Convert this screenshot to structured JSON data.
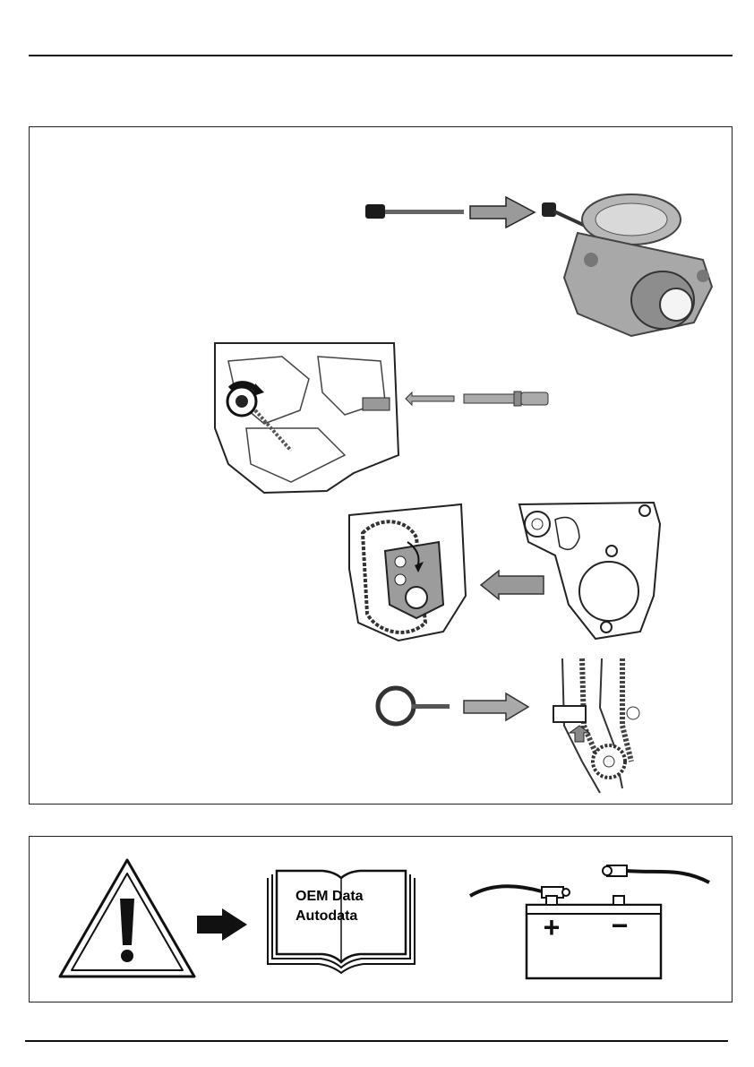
{
  "header": {},
  "tools_panel": {
    "figures": [
      {
        "id": "tensioner-pin",
        "icon": "locking-pin-and-tensioner-icon"
      },
      {
        "id": "crank-pin",
        "icon": "crankshaft-locking-pin-icon"
      },
      {
        "id": "cam-plate",
        "icon": "camshaft-locking-plate-icon"
      },
      {
        "id": "chain-tensioner-pin",
        "icon": "chain-tensioner-retaining-pin-icon"
      }
    ]
  },
  "warning_panel": {
    "warning_icon": "warning-triangle-icon",
    "arrow_icon": "arrow-right-icon",
    "book": {
      "icon": "manual-book-icon",
      "line1": "OEM Data",
      "line2": "Autodata"
    },
    "battery_icon": "battery-disconnect-icon",
    "battery_plus": "+",
    "battery_minus": "−"
  }
}
